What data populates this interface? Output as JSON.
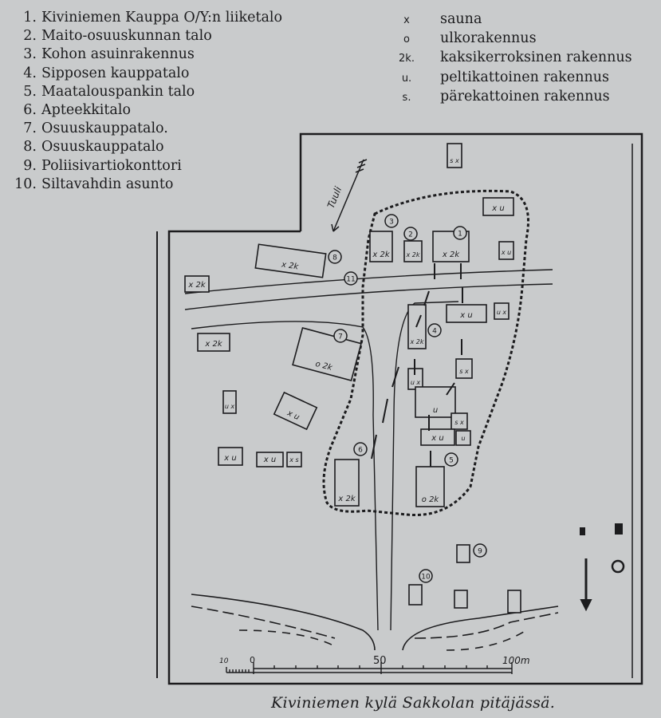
{
  "legend_numbered": [
    {
      "num": "1.",
      "label": "Kiviniemen Kauppa O/Y:n liiketalo"
    },
    {
      "num": "2.",
      "label": "Maito-osuuskunnan talo"
    },
    {
      "num": "3.",
      "label": "Kohon asuinrakennus"
    },
    {
      "num": "4.",
      "label": "Sipposen kauppatalo"
    },
    {
      "num": "5.",
      "label": "Maatalouspankin talo"
    },
    {
      "num": "6.",
      "label": "Apteekkitalo"
    },
    {
      "num": "7.",
      "label": "Osuuskauppatalo."
    },
    {
      "num": "8.",
      "label": "Osuuskauppatalo"
    },
    {
      "num": "9.",
      "label": "Poliisivartiokonttori"
    },
    {
      "num": "10.",
      "label": "Siltavahdin asunto"
    }
  ],
  "legend_symbols": [
    {
      "symbol": "x",
      "label": "sauna"
    },
    {
      "symbol": "o",
      "label": "ulkorakennus"
    },
    {
      "symbol": "2k.",
      "label": "kaksikerroksinen rakennus"
    },
    {
      "symbol": "u.",
      "label": "peltikattoinen rakennus"
    },
    {
      "symbol": "s.",
      "label": "pärekattoinen rakennus"
    }
  ],
  "map": {
    "wind_label": "Tuuli",
    "building_marks": [
      "s x",
      "x u",
      "x 2k",
      "x 2k",
      "x 2k",
      "x u",
      "x 2k",
      "x 2k",
      "x u",
      "u x",
      "x 2k",
      "x 2k",
      "o 2k",
      "s x",
      "u x",
      "u",
      "u x",
      "x u",
      "s x",
      "x u",
      "u",
      "x u",
      "x u",
      "x s",
      "x 2k",
      "o 2k",
      "",
      "",
      "",
      ""
    ],
    "circled_numbers": [
      "1",
      "2",
      "3",
      "4",
      "5",
      "6",
      "7",
      "8",
      "9",
      "10",
      "11"
    ],
    "scale": {
      "labels": [
        "10",
        "0",
        "50",
        "100m"
      ]
    }
  },
  "caption": "Kiviniemen kylä Sakkolan pitäjässä."
}
